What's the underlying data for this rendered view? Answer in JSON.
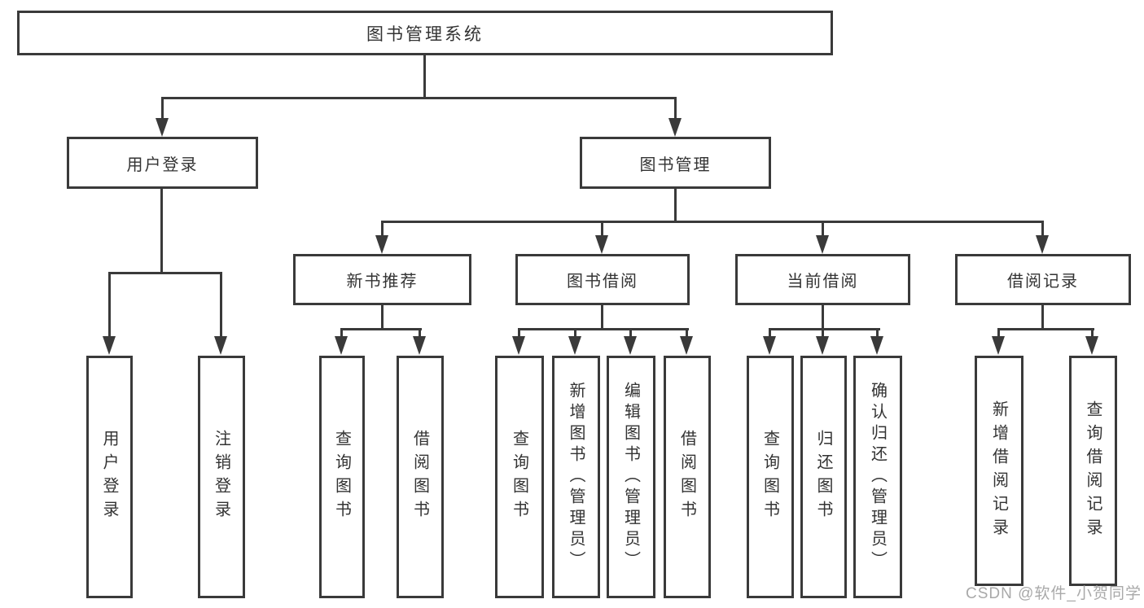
{
  "diagram_title": "图书管理系统",
  "tree": {
    "label": "图书管理系统",
    "children": [
      {
        "label": "用户登录",
        "children": [
          {
            "label": "用户登录"
          },
          {
            "label": "注销登录"
          }
        ]
      },
      {
        "label": "图书管理",
        "children": [
          {
            "label": "新书推荐",
            "children": [
              {
                "label": "查询图书"
              },
              {
                "label": "借阅图书"
              }
            ]
          },
          {
            "label": "图书借阅",
            "children": [
              {
                "label": "查询图书"
              },
              {
                "label": "新增图书（管理员）"
              },
              {
                "label": "编辑图书（管理员）"
              },
              {
                "label": "借阅图书"
              }
            ]
          },
          {
            "label": "当前借阅",
            "children": [
              {
                "label": "查询图书"
              },
              {
                "label": "归还图书"
              },
              {
                "label": "确认归还（管理员）"
              }
            ]
          },
          {
            "label": "借阅记录",
            "children": [
              {
                "label": "新增借阅记录"
              },
              {
                "label": "查询借阅记录"
              }
            ]
          }
        ]
      }
    ]
  },
  "watermark": "CSDN @软件_小贺同学",
  "colors": {
    "line": "#3a3a3a",
    "text": "#333333",
    "background": "#ffffff",
    "watermark": "#a9a9a9"
  }
}
